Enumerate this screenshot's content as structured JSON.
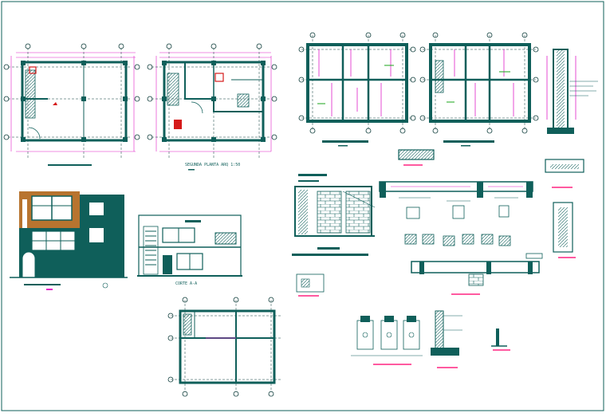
{
  "sheet": {
    "title": "Building plans, elevations and structural details",
    "colors": {
      "paper": "#ffffff",
      "line": "#0f5f5a",
      "dim": "#e020c8",
      "grid": "#0b3a38",
      "accent": "#1aa41a",
      "red": "#d51a1a",
      "title_underline": "#ff5aa0",
      "facade_brown": "#b8742f",
      "facade_dark": "#0f5f5a"
    }
  },
  "views": {
    "plan_1": {
      "title": "",
      "scale": "",
      "type": "floor-plan"
    },
    "plan_2": {
      "title": "SEGUNDA PLANTA ARQ 1:50",
      "scale": "",
      "type": "floor-plan"
    },
    "foundation_1": {
      "title": "",
      "scale": "",
      "type": "structural-plan"
    },
    "foundation_2": {
      "title": "",
      "scale": "",
      "type": "structural-plan"
    },
    "column_section": {
      "title": "",
      "type": "detail"
    },
    "front_elevation": {
      "title": "",
      "type": "elevation"
    },
    "side_elevation": {
      "title": "CORTE A-A",
      "type": "section"
    },
    "wall_detail": {
      "title": "",
      "type": "detail"
    },
    "beam_detail": {
      "title": "",
      "type": "detail"
    },
    "footing_details": {
      "title": "",
      "type": "detail"
    },
    "ground_plan": {
      "title": "",
      "type": "floor-plan"
    }
  }
}
